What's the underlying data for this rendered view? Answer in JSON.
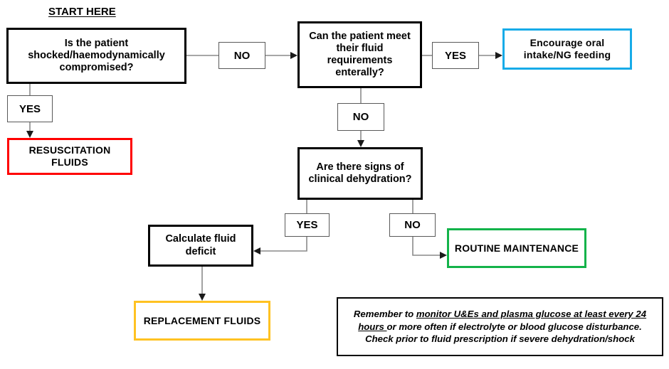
{
  "title": "Paediatric IV fluid prescribing flowchart",
  "caption": {
    "start_here": "START HERE"
  },
  "colors": {
    "black": "#000000",
    "red": "#FF0000",
    "cyan": "#17ABE8",
    "green": "#13B34A",
    "gold": "#FFC222",
    "connector": "#8a8a8a"
  },
  "nodes": {
    "shock_question": "Is the patient shocked/haemodynamically compromised?",
    "resuscitation_fluids": "RESUSCITATION FLUIDS",
    "enteral_question": "Can the patient meet their fluid requirements enterally?",
    "oral_intake": "Encourage oral intake/NG feeding",
    "dehydration_question": "Are there signs of clinical dehydration?",
    "calculate_deficit": "Calculate fluid deficit",
    "replacement_fluids": "REPLACEMENT FLUIDS",
    "routine_maintenance": "ROUTINE MAINTENANCE"
  },
  "labels": {
    "shock_no": "NO",
    "shock_yes": "YES",
    "enteral_yes": "YES",
    "enteral_no": "NO",
    "dehydration_yes": "YES",
    "dehydration_no": "NO"
  },
  "note": {
    "part1": "Remember to ",
    "underlined": "monitor U&Es and plasma glucose at least every 24 hours ",
    "part2": "or more often if electrolyte or blood glucose disturbance. Check prior to fluid prescription if severe dehydration/shock"
  }
}
